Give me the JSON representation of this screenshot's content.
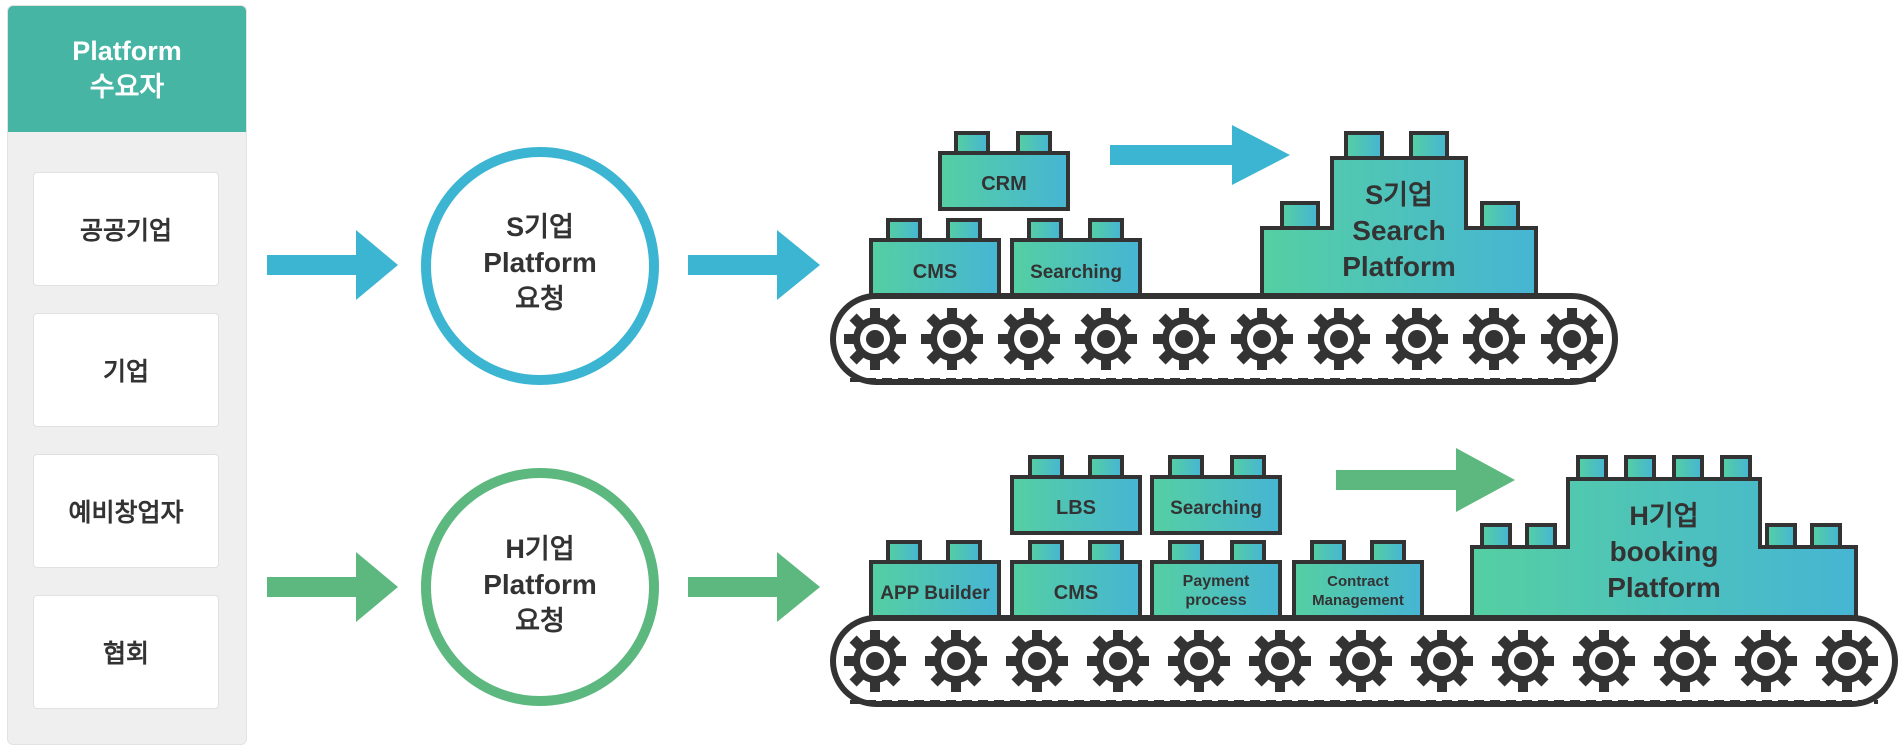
{
  "panel": {
    "title_line1": "Platform",
    "title_line2": "수요자",
    "items": [
      {
        "label": "공공기업"
      },
      {
        "label": "기업"
      },
      {
        "label": "예비창업자"
      },
      {
        "label": "협회"
      }
    ]
  },
  "rows": {
    "s": {
      "request": [
        "S기업",
        "Platform",
        "요청"
      ],
      "blocks": {
        "crm": "CRM",
        "cms": "CMS",
        "searching": "Searching"
      },
      "result": [
        "S기업",
        "Search",
        "Platform"
      ]
    },
    "h": {
      "request": [
        "H기업",
        "Platform",
        "요청"
      ],
      "blocks": {
        "lbs": "LBS",
        "searching": "Searching",
        "app_builder": "APP Builder",
        "cms": "CMS",
        "payment": [
          "Payment",
          "process"
        ],
        "contract": [
          "Contract",
          "Management"
        ]
      },
      "result": [
        "H기업",
        "booking",
        "Platform"
      ]
    }
  },
  "colors": {
    "panel_header": "#46b5a4",
    "blue_accent": "#3bb5d2",
    "green_accent": "#5cb87e",
    "block_start": "#55cfa2",
    "block_end": "#46b5d4",
    "outline": "#333333"
  }
}
